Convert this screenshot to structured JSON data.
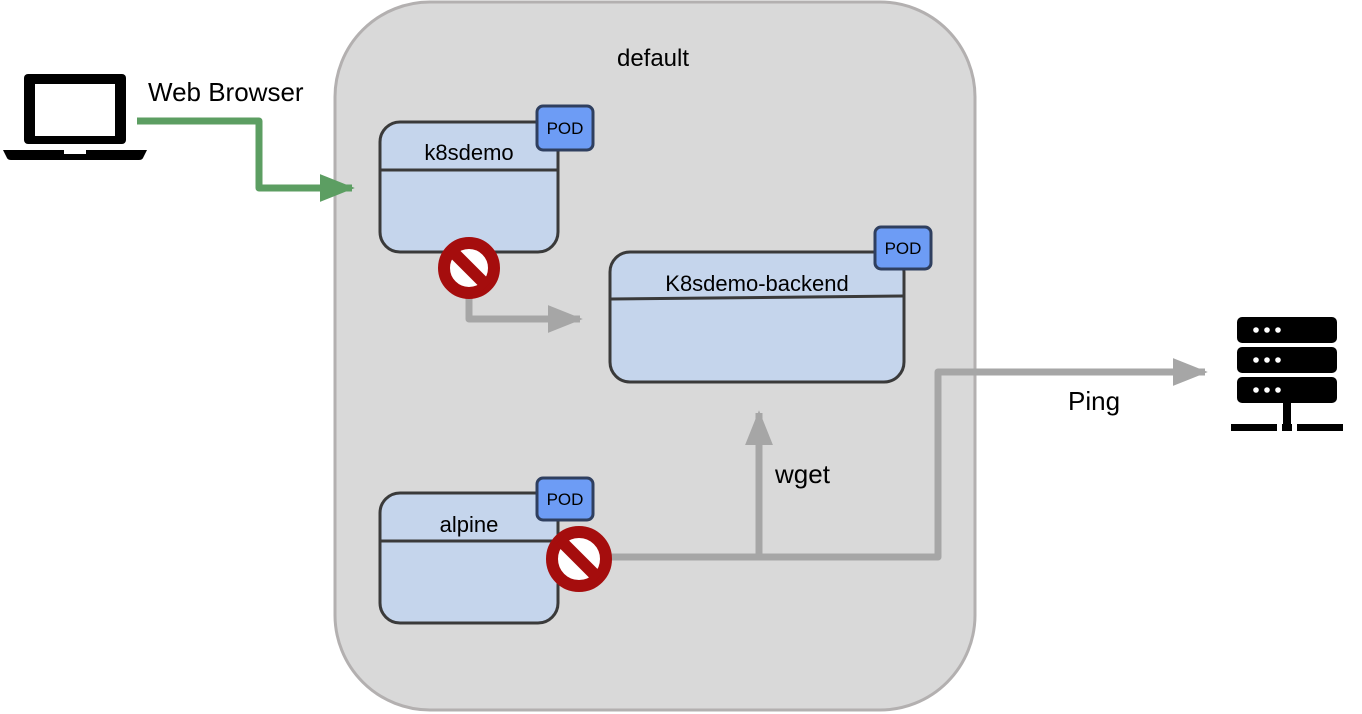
{
  "namespace": {
    "label": "default"
  },
  "client": {
    "label": "Web Browser",
    "icon": "laptop-icon"
  },
  "external": {
    "label": "Ping",
    "icon": "server-icon"
  },
  "pods": [
    {
      "name": "k8sdemo",
      "badge": "POD"
    },
    {
      "name": "K8sdemo-backend",
      "badge": "POD"
    },
    {
      "name": "alpine",
      "badge": "POD"
    }
  ],
  "edges": {
    "alpine_to_backend": {
      "label": "wget",
      "status": "blocked"
    },
    "k8sdemo_to_backend": {
      "status": "blocked"
    },
    "browser_to_k8sdemo": {
      "status": "allowed"
    },
    "alpine_to_external": {
      "status": "blocked"
    }
  },
  "colors": {
    "namespace_fill": "#d9d9d9",
    "namespace_stroke": "#b3b0b0",
    "pod_fill": "#c5d5ec",
    "pod_stroke": "#3a3a3a",
    "badge_fill": "#6d9cf5",
    "allowed_arrow": "#5c9e62",
    "blocked_arrow": "#a6a6a6",
    "deny_icon": "#a50d0d"
  }
}
